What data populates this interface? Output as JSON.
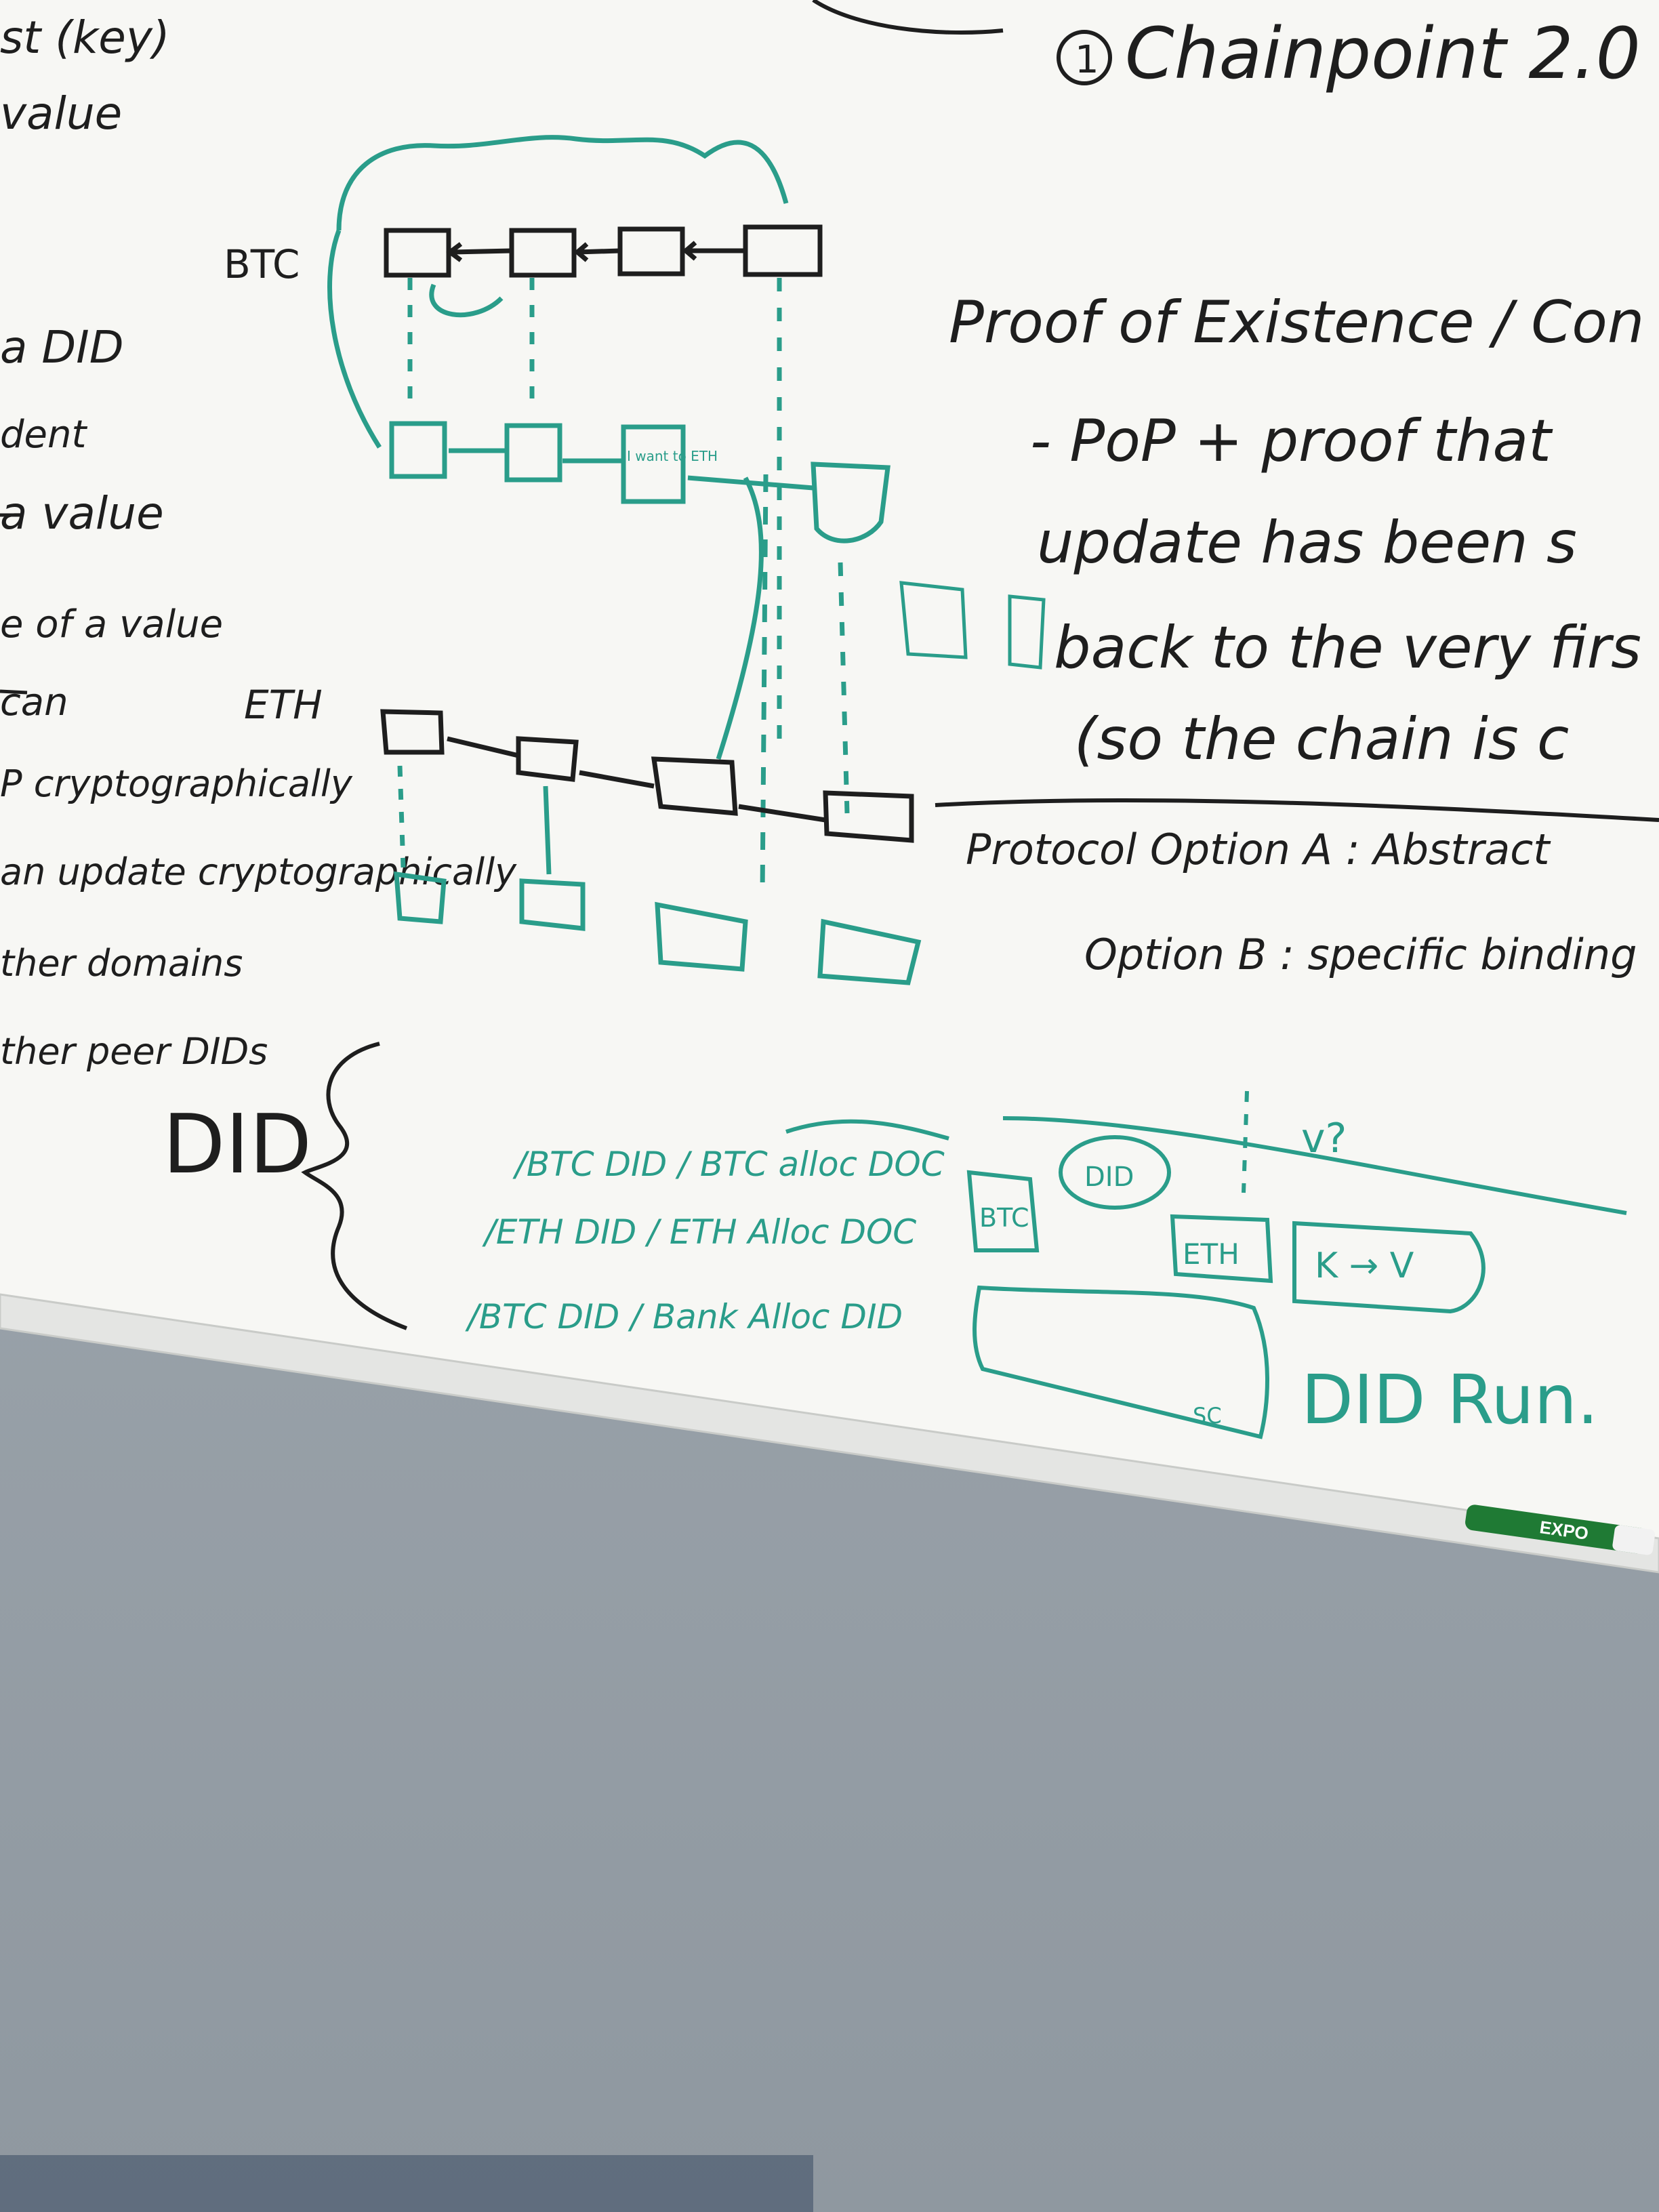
{
  "photo": {
    "description_free": true,
    "colors": {
      "board": "#f7f7f4",
      "wall": "#9aa3ab",
      "black_marker": "#1e1e1e",
      "green_marker": "#2a9d8a",
      "tray": "#e4e5e3"
    }
  },
  "left_notes": {
    "lines": [
      "st (key)",
      "value",
      "a DID",
      "dent",
      "a value",
      "e of a value",
      "can",
      "P cryptographically",
      "an update cryptographically",
      "ther domains",
      "ther peer DIDs"
    ],
    "did_label": "DID"
  },
  "right_notes": {
    "title": "Chainpoint 2.0",
    "title_number": "1",
    "line1": "Proof of Existence / Con",
    "line2": "- PoP + proof that",
    "line3": "update has been s",
    "line4": "back to the very firs",
    "line5": "(so the chain is c",
    "option_a": "Protocol Option A : Abstract",
    "option_b": "Option B : specific binding"
  },
  "diagram": {
    "btc_label": "BTC",
    "eth_label": "ETH",
    "box_note": "I want to ETH",
    "did_entries": [
      "/BTC DID / BTC alloc DOC",
      "/ETH DID / ETH Alloc DOC",
      "/BTC DID / Bank Alloc DID"
    ],
    "stack": {
      "did": "DID",
      "btc": "BTC",
      "eth": "ETH",
      "kv": "K → V",
      "sc": "SC",
      "version": "v?",
      "runtime_label": "DID Run."
    }
  },
  "marker": {
    "brand": "EXPO"
  }
}
